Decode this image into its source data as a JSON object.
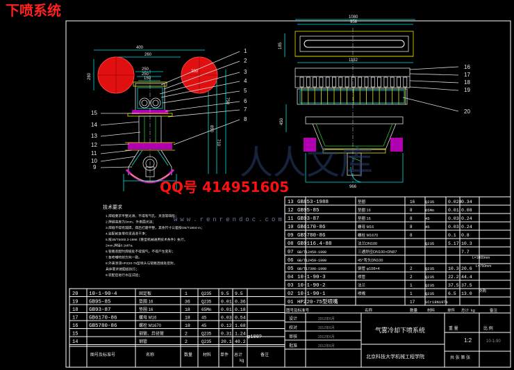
{
  "title": "下喷系统",
  "watermark": {
    "qq": "QQ号 414951605",
    "site": "www.renrendoc.com",
    "logo_text": "人人文库"
  },
  "dims_left": [
    "400",
    "260",
    "250",
    "250",
    "150",
    "280",
    "850",
    "710",
    "750",
    "200"
  ],
  "dims_right": [
    "1080",
    "958",
    "1132",
    "966",
    "185",
    "450"
  ],
  "callouts_left_right": [
    "1",
    "2",
    "3",
    "4",
    "5",
    "6",
    "7",
    "8"
  ],
  "callouts_left_left": [
    "15",
    "14",
    "13",
    "12",
    "11",
    "10",
    "9"
  ],
  "callouts_right": [
    "16",
    "17",
    "18",
    "19",
    "20"
  ],
  "tech_req_title": "技术要求",
  "tech_req_lines": [
    "1.焊缝要求平整光滑，不得有气孔、夹渣等缺陷；",
    "2.焊缝高度为3mm，外表面光洁；",
    "3.焊缝不得有漏焊，焊后打磨平整，其余尺寸公差按GB/T1804-m；",
    "4.装配前各零件须清洗干净；",
    "5.按JB/T5000.3-1998《重型机械通用技术条件》执行，",
    "  2mm,焊接0.1MPa;",
    "6.管路装配时焊缝处不得漏气，不得产生变形；",
    "7.各喷嘴喷射方向一致。",
    "8.外表涂漆HPZ20-75型喷头与管路连接处密封，",
    "  具体要求按图纸执行；",
    "9.装配后进行水压试验；"
  ],
  "parts_right": [
    {
      "no": "13",
      "code": "GB853-1988",
      "name": "垫圈",
      "qty": "16",
      "mat": "Q235",
      "unit": "0.028",
      "total": "0.34"
    },
    {
      "no": "12",
      "code": "GB95-85",
      "name": "垫圈 16",
      "qty": "8",
      "mat": "65Mn",
      "unit": "0.01",
      "total": "0.08"
    },
    {
      "no": "11",
      "code": "GB93-87",
      "name": "垫圈 16",
      "qty": "8",
      "mat": "45",
      "unit": "0.03",
      "total": "0.24"
    },
    {
      "no": "10",
      "code": "GB6170-86",
      "name": "螺母 M16",
      "qty": "8",
      "mat": "45",
      "unit": "0.03",
      "total": "0.24"
    },
    {
      "no": "09",
      "code": "GB5780-86",
      "name": "螺栓 M1670",
      "qty": "8",
      "mat": "",
      "unit": "0.1",
      "total": "0.8"
    },
    {
      "no": "08",
      "code": "GB9116.4-88",
      "name": "法兰DN100",
      "qty": "",
      "mat": "Q235",
      "unit": "5.17",
      "total": "10.3"
    },
    {
      "no": "07",
      "code": "GB/T12459-1998",
      "name": "三通异径DN100×DN87",
      "qty": "",
      "mat": "",
      "unit": "",
      "total": "7.7"
    },
    {
      "no": "06",
      "code": "GB/T12459-1990",
      "name": "45°弯头DN100",
      "qty": "",
      "mat": "",
      "unit": "",
      "total": ""
    },
    {
      "no": "05",
      "code": "GB/T17396-1998",
      "name": "钢管 φ108×4",
      "qty": "2",
      "mat": "Q235",
      "unit": "10.3",
      "total": "20.6"
    },
    {
      "no": "04",
      "code": "10-1-90-3",
      "name": "喷管",
      "qty": "2",
      "mat": "Q235",
      "unit": "22.2",
      "total": "44.4"
    },
    {
      "no": "03",
      "code": "10-1-90-2",
      "name": "法兰",
      "qty": "1",
      "mat": "Q235",
      "unit": "37.5",
      "total": "37.5"
    },
    {
      "no": "02",
      "code": "10-1-90-1",
      "name": "喷嘴",
      "qty": "1",
      "mat": "Q235",
      "unit": "6.5",
      "total": "13.0"
    },
    {
      "no": "01",
      "code": "HPZ20-75型喷嘴",
      "name": "",
      "qty": "17",
      "mat": "1Cr18Ni9Ti",
      "unit": "",
      "total": ""
    }
  ],
  "parts_right_notes": [
    "L=1000mm",
    "L=750mm",
    "外购"
  ],
  "parts_left": [
    {
      "no": "20",
      "code": "10-1-90-4",
      "name": "固定板",
      "qty": "1",
      "mat": "Q235",
      "unit": "9.5",
      "total": "9.5"
    },
    {
      "no": "19",
      "code": "GB95-85",
      "name": "垫圈 16",
      "qty": "36",
      "mat": "Q235",
      "unit": "0.01",
      "total": "0.36"
    },
    {
      "no": "18",
      "code": "GB93-87",
      "name": "垫圈 16",
      "qty": "18",
      "mat": "65Mn",
      "unit": "0.01",
      "total": "0.18"
    },
    {
      "no": "17",
      "code": "GB6170-86",
      "name": "螺母 M16",
      "qty": "18",
      "mat": "45",
      "unit": "0.03",
      "total": "0.54"
    },
    {
      "no": "16",
      "code": "GB5780-86",
      "name": "螺栓 M1670",
      "qty": "18",
      "mat": "45",
      "unit": "0.12",
      "total": "1.68"
    },
    {
      "no": "15",
      "code": "",
      "name": "钢管、异径管",
      "qty": "2",
      "mat": "Q235",
      "unit": "0.31",
      "total": "1.24"
    },
    {
      "no": "14",
      "code": "",
      "name": "钢管",
      "qty": "2",
      "mat": "Q235",
      "unit": "20.1",
      "total": "40.2"
    }
  ],
  "parts_left_notes": [
    "φ100?"
  ],
  "header_left": {
    "c1": "图号及标准号",
    "c2": "名称",
    "c3": "数量",
    "c4": "材料",
    "c5": "单件",
    "c6": "总计",
    "c7": "kg",
    "c8": "备注"
  },
  "header_right": {
    "c1": "图号及标准号",
    "c2": "名称",
    "c3": "数量",
    "c4": "材料",
    "c5": "单件",
    "c6": "总计",
    "c7": "kg",
    "c8": "备注"
  },
  "title_block": {
    "system_name": "气雾冷却下喷系统",
    "school": "北京科技大学机械工程学院",
    "scale": "1:2",
    "weight_label": "重 量",
    "scale_label": "比 例",
    "sheet_label": "共 张 第 张",
    "roles": [
      "设计",
      "校对",
      "审核",
      "批准"
    ],
    "date": "2012年6月",
    "code": "10-1-90"
  }
}
